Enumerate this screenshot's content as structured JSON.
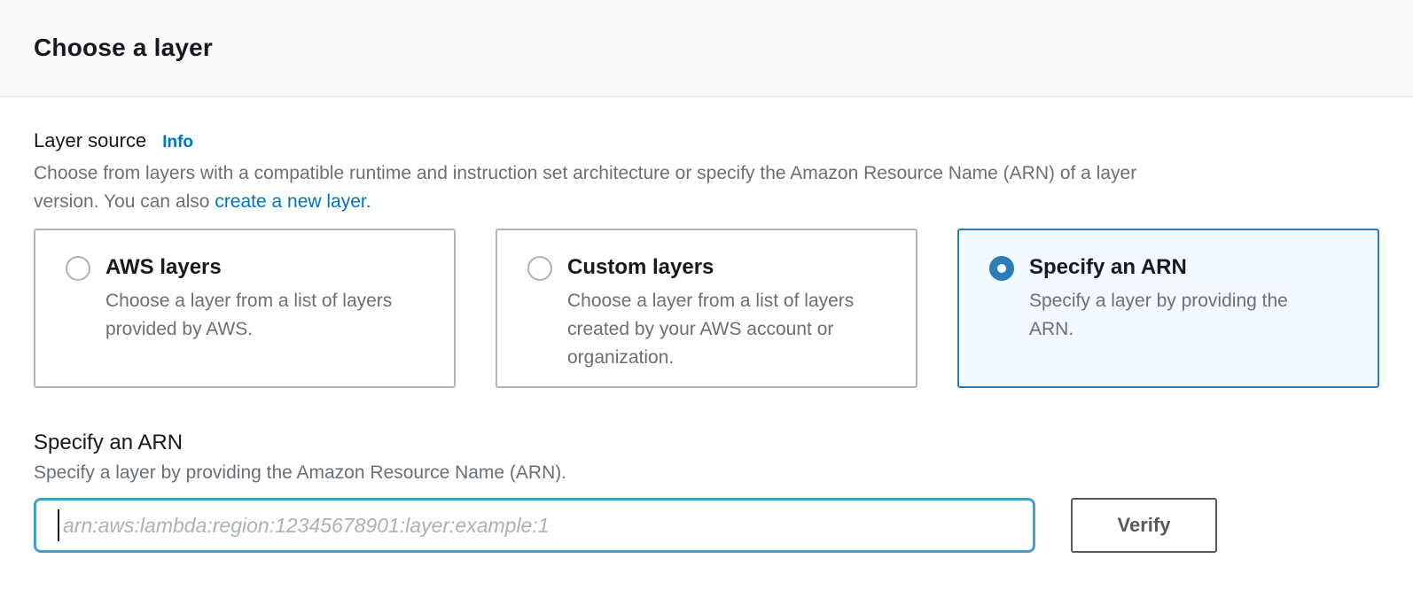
{
  "header": {
    "title": "Choose a layer"
  },
  "layer_source": {
    "label": "Layer source",
    "info_label": "Info",
    "description_line1": "Choose from layers with a compatible runtime and instruction set architecture or specify the Amazon Resource Name (ARN) of a layer",
    "description_line2_prefix": "version. You can also ",
    "create_layer_link": "create a new layer."
  },
  "layer_options": [
    {
      "title": "AWS layers",
      "description": "Choose a layer from a list of layers provided by AWS.",
      "selected": false
    },
    {
      "title": "Custom layers",
      "description": "Choose a layer from a list of layers created by your AWS account or organization.",
      "selected": false
    },
    {
      "title": "Specify an ARN",
      "description": "Specify a layer by providing the ARN.",
      "selected": true
    }
  ],
  "arn_form": {
    "label": "Specify an ARN",
    "description": "Specify a layer by providing the Amazon Resource Name (ARN).",
    "input_value": "",
    "input_placeholder": "arn:aws:lambda:region:12345678901:layer:example:1",
    "verify_label": "Verify"
  },
  "colors": {
    "link_blue": "#0073bb",
    "selected_border": "#2b7cba",
    "selected_bg": "#f1faff",
    "focus_border": "#44a0c9",
    "heading_text": "#16191f",
    "body_text": "#687078",
    "card_border": "#aab4b8",
    "button_border": "#545b64",
    "header_bg": "#fafafa",
    "divider": "#e9ebed"
  }
}
